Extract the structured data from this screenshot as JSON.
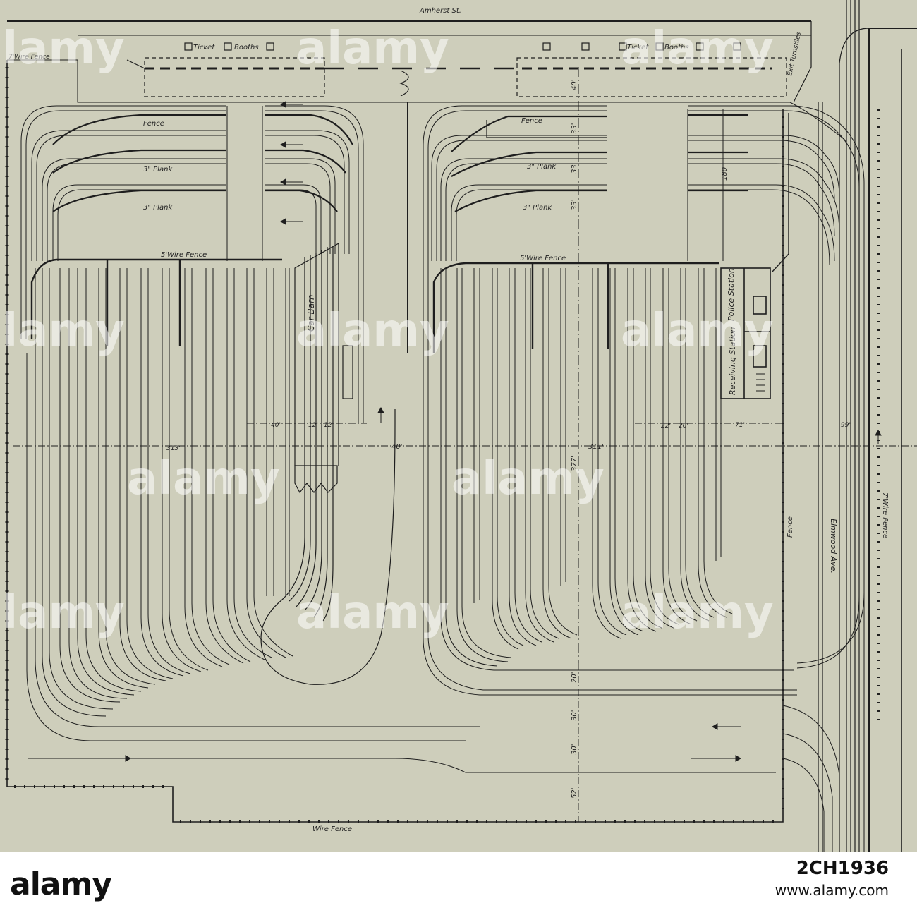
{
  "street_top": "Amherst St.",
  "street_right": "Elmwood Ave.",
  "fences": {
    "top_left": "7'Wire Fence",
    "right": "7'Wire Fence",
    "bottom": "Wire Fence",
    "east": "Fence",
    "left_loop": "Fence",
    "right_loop": "Fence",
    "left_five": "5'Wire Fence",
    "right_five": "5'Wire Fence"
  },
  "booths": {
    "ticket": "Ticket",
    "booths": "Booths",
    "exit": "Exit Turnstiles"
  },
  "planks": {
    "a": "3\" Plank",
    "b": "3\" Plank",
    "c": "3\" Plank",
    "d": "3\" Plank"
  },
  "buildings": {
    "car_barn": "Car Barn",
    "police": "Police Station",
    "receiving": "Receiving Station"
  },
  "dims": {
    "d40a": "40'",
    "d33a": "33'",
    "d33b": "33'",
    "d33c": "33'",
    "d180": "180'",
    "d40b": "40'",
    "d12a": "12'",
    "d12b": "12'",
    "d313": "313'",
    "d40c": "40'",
    "d377": "377'",
    "d311": "311'",
    "d22": "22'",
    "d20a": "20'",
    "d71": "71'",
    "d99": "99'",
    "d20b": "20'",
    "d30a": "30'",
    "d30b": "30'",
    "d52": "52'"
  },
  "watermark": "alamy",
  "footer": {
    "logo": "alamy",
    "image_id": "2CH1936",
    "url": "www.alamy.com"
  },
  "colors": {
    "paper": "#cecebb",
    "ink": "#1e1e1e"
  }
}
